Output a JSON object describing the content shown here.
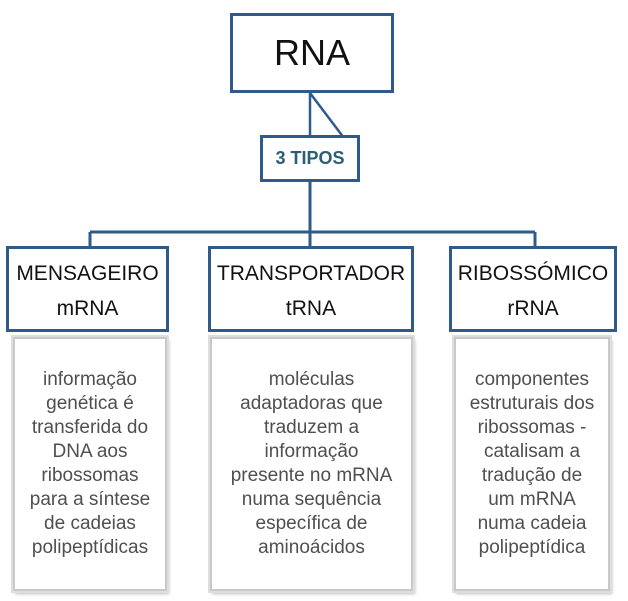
{
  "colors": {
    "border": "#2f5b8a",
    "tipos_text": "#2a5f75",
    "desc_text": "#4f4f4f",
    "desc_border": "#c9c9c9"
  },
  "root": {
    "label": "RNA"
  },
  "tipos": {
    "label": "3 TIPOS"
  },
  "categories": [
    {
      "name": "MENSAGEIRO",
      "abbr": "mRNA",
      "description": "informação\ngenética é\ntransferida do\nDNA aos\nribossomas\npara a síntese\nde cadeias\npolipeptídicas"
    },
    {
      "name": "TRANSPORTADOR",
      "abbr": "tRNA",
      "description": "moléculas\nadaptadoras que\ntraduzem a\ninformação\npresente no mRNA\nnuma sequência\nespecífica de\naminoácidos"
    },
    {
      "name": "RIBOSSÓMICO",
      "abbr": "rRNA",
      "description": "componentes\nestruturais dos\nribossomas -\ncatalisam a\ntradução de\num mRNA\nnuma cadeia\npolipeptídica"
    }
  ]
}
